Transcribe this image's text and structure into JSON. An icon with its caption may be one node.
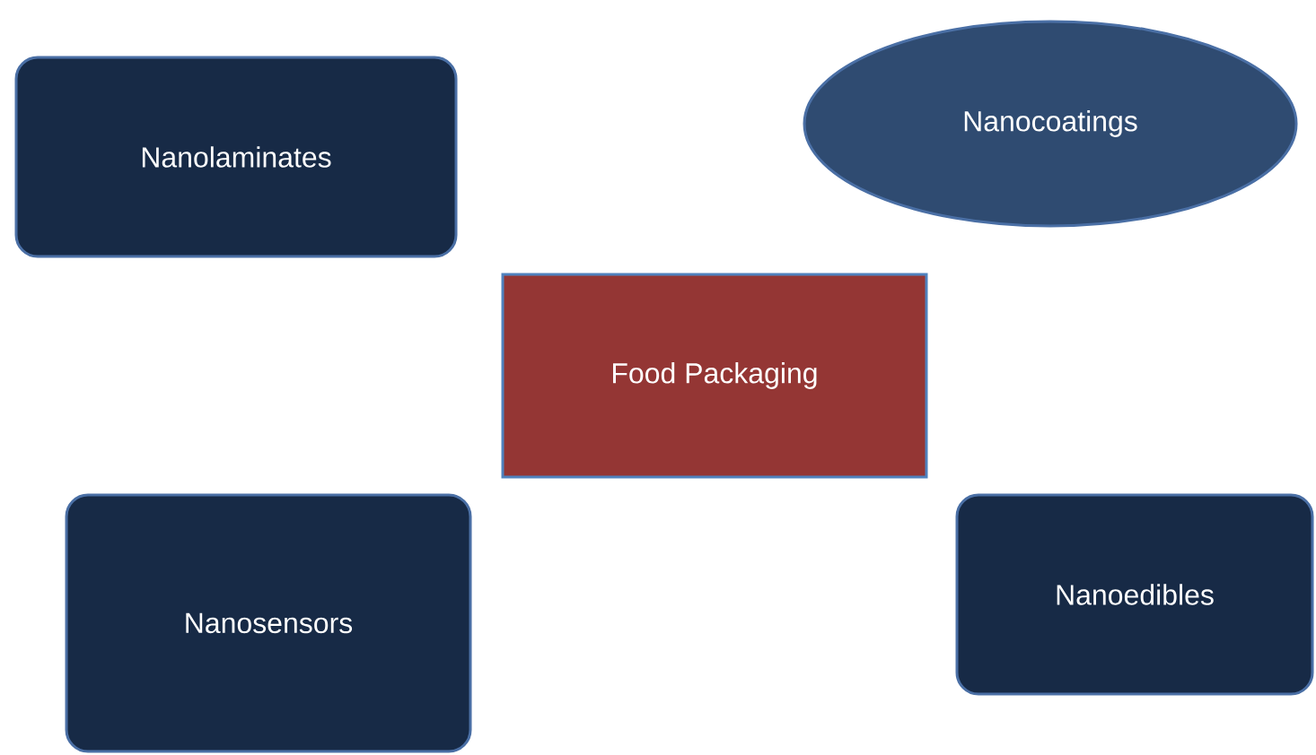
{
  "diagram": {
    "nodes": [
      {
        "text": [
          "Nanolaminates"
        ]
      },
      {
        "text": [
          "Nanocoatings"
        ]
      },
      {
        "text": [
          "Food Packaging"
        ]
      },
      {
        "text": [
          "Nanosensors"
        ]
      },
      {
        "text": [
          "Nanoedibles"
        ]
      }
    ]
  }
}
